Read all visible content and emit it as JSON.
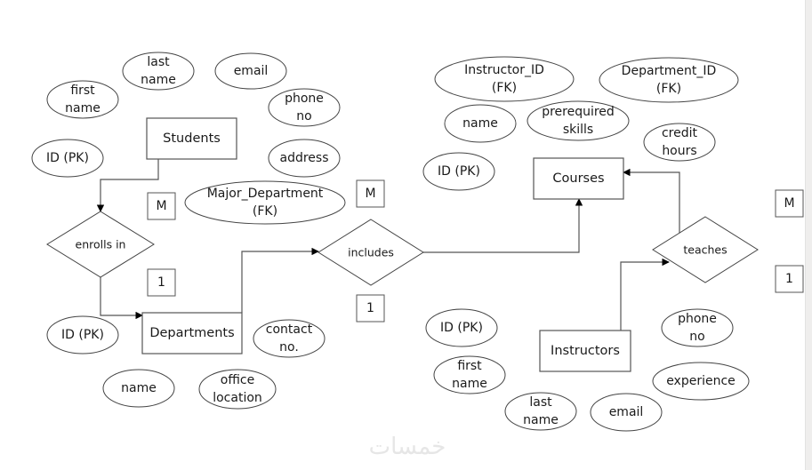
{
  "diagram": {
    "type": "entity-relationship",
    "entities": [
      {
        "id": "students",
        "label": "Students"
      },
      {
        "id": "departments",
        "label": "Departments"
      },
      {
        "id": "courses",
        "label": "Courses"
      },
      {
        "id": "instructors",
        "label": "Instructors"
      }
    ],
    "relationships": [
      {
        "id": "enrolls",
        "label": "enrolls in",
        "from": "students",
        "to": "departments",
        "card_from": "M",
        "card_to": "1"
      },
      {
        "id": "includes",
        "label": "includes",
        "from": "departments",
        "to": "courses",
        "card_from": "1",
        "card_to": "M"
      },
      {
        "id": "teaches",
        "label": "teaches",
        "from": "instructors",
        "to": "courses",
        "card_from": "1",
        "card_to": "M"
      }
    ],
    "attributes": {
      "students": [
        {
          "id": "s_first",
          "lines": [
            "first",
            "name"
          ]
        },
        {
          "id": "s_last",
          "lines": [
            "last",
            "name"
          ]
        },
        {
          "id": "s_email",
          "lines": [
            "email"
          ]
        },
        {
          "id": "s_phone",
          "lines": [
            "phone",
            "no"
          ]
        },
        {
          "id": "s_id",
          "lines": [
            "ID (PK)"
          ]
        },
        {
          "id": "s_address",
          "lines": [
            "address"
          ]
        },
        {
          "id": "s_major",
          "lines": [
            "Major_Department",
            "(FK)"
          ]
        }
      ],
      "departments": [
        {
          "id": "d_id",
          "lines": [
            "ID (PK)"
          ]
        },
        {
          "id": "d_contact",
          "lines": [
            "contact",
            "no."
          ]
        },
        {
          "id": "d_name",
          "lines": [
            "name"
          ]
        },
        {
          "id": "d_office",
          "lines": [
            "office",
            "location"
          ]
        }
      ],
      "courses": [
        {
          "id": "c_instr",
          "lines": [
            "Instructor_ID",
            "(FK)"
          ]
        },
        {
          "id": "c_dept",
          "lines": [
            "Department_ID",
            "(FK)"
          ]
        },
        {
          "id": "c_name",
          "lines": [
            "name"
          ]
        },
        {
          "id": "c_prereq",
          "lines": [
            "prerequired",
            "skills"
          ]
        },
        {
          "id": "c_credit",
          "lines": [
            "credit",
            "hours"
          ]
        },
        {
          "id": "c_id",
          "lines": [
            "ID (PK)"
          ]
        }
      ],
      "instructors": [
        {
          "id": "i_id",
          "lines": [
            "ID (PK)"
          ]
        },
        {
          "id": "i_first",
          "lines": [
            "first",
            "name"
          ]
        },
        {
          "id": "i_last",
          "lines": [
            "last",
            "name"
          ]
        },
        {
          "id": "i_email",
          "lines": [
            "email"
          ]
        },
        {
          "id": "i_phone",
          "lines": [
            "phone",
            "no"
          ]
        },
        {
          "id": "i_exp",
          "lines": [
            "experience"
          ]
        }
      ]
    },
    "cardinality_labels": {
      "enrolls_m": "M",
      "enrolls_1": "1",
      "includes_m": "M",
      "includes_1": "1",
      "teaches_m": "M",
      "teaches_1": "1"
    }
  },
  "watermark": "خمسات"
}
